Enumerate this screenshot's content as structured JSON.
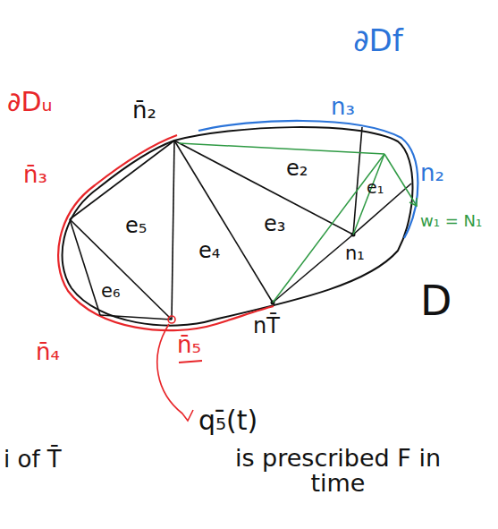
{
  "diagram": {
    "labels": [
      "∂Df",
      "n₃",
      "n₂",
      "n̄₂",
      "∂Dᵤ",
      "n̄₃",
      "e₂",
      "e₁",
      "e₃",
      "e₅",
      "e₄",
      "e₆",
      "n₁",
      "nT̄",
      "n̄₄",
      "n̄₅",
      "D",
      "w₁ = N₁",
      "q₅̄(t)",
      "is prescribed F in time",
      "i of T̄"
    ]
  }
}
